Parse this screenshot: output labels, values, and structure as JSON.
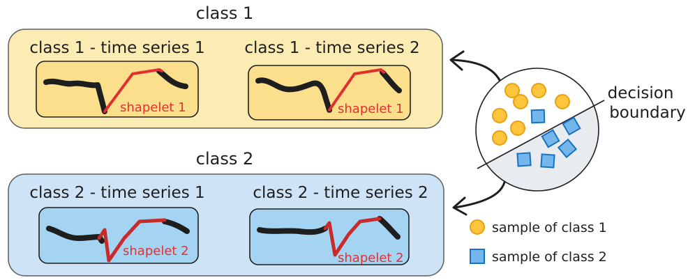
{
  "classes": [
    {
      "title": "class 1",
      "panel_fill": "#fbecb3",
      "panel_stroke": "#5c5c5c",
      "series": [
        {
          "title": "class 1 - time series 1",
          "shapelet": "shapelet 1"
        },
        {
          "title": "class 1 - time series 2",
          "shapelet": "shapelet 1"
        }
      ]
    },
    {
      "title": "class 2",
      "panel_fill": "#cfe3f7",
      "panel_stroke": "#5c5c5c",
      "series": [
        {
          "title": "class 2 - time series 1",
          "shapelet": "shapelet 2"
        },
        {
          "title": "class 2 - time series 2",
          "shapelet": "shapelet 2"
        }
      ]
    }
  ],
  "feature_space": {
    "decision_boundary_label": [
      "decision",
      "boundary"
    ],
    "class1_color": "#ffc53d",
    "class1_stroke": "#e8a010",
    "class2_color": "#74b7ec",
    "class2_stroke": "#1971c2",
    "circle_upper_fill": "#ffffff",
    "circle_lower_fill": "#e8ebef"
  },
  "legend": [
    {
      "marker": "circle",
      "label": "sample of class 1"
    },
    {
      "marker": "square",
      "label": "sample of class 2"
    }
  ],
  "colors": {
    "series_line": "#1e1e1e",
    "shapelet_line": "#e03131",
    "series_box_fill_1": "#fbdf8c",
    "series_box_fill_2": "#a5d3f2"
  }
}
